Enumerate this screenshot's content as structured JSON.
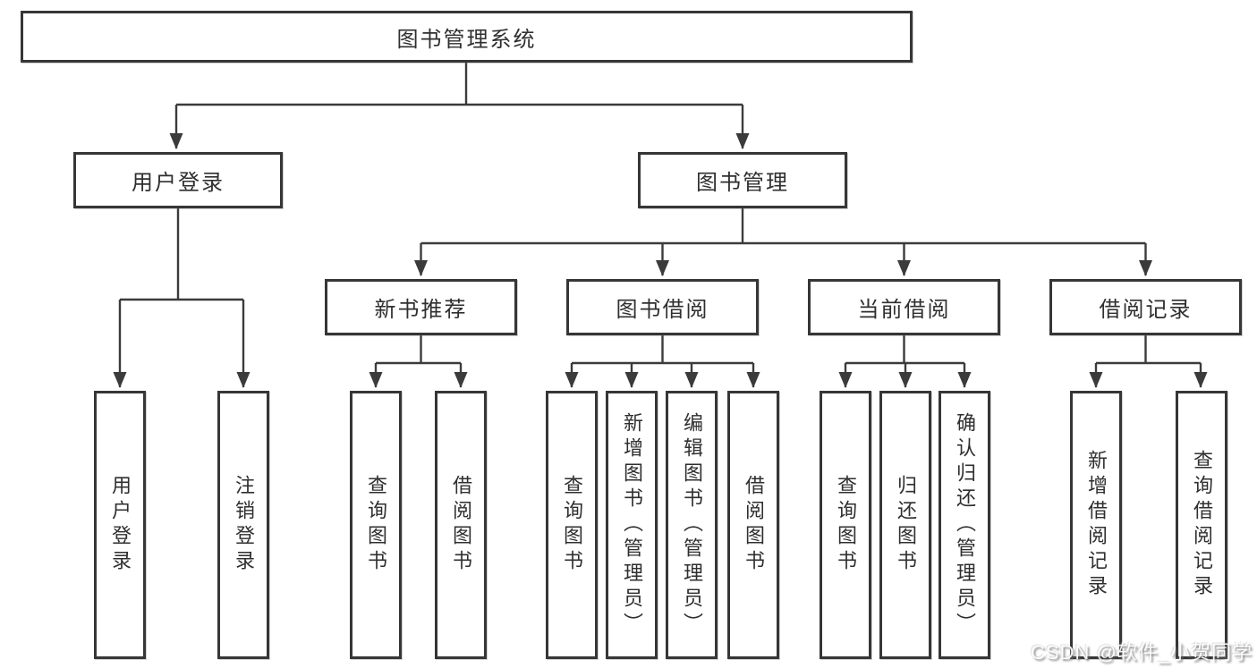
{
  "root": {
    "label": "图书管理系统"
  },
  "user_branch": {
    "label": "用户登录",
    "leaves": [
      "用户登录",
      "注销登录"
    ]
  },
  "mgmt_branch": {
    "label": "图书管理"
  },
  "modules": [
    {
      "label": "新书推荐",
      "leaves": [
        "查询图书",
        "借阅图书"
      ]
    },
    {
      "label": "图书借阅",
      "leaves": [
        "查询图书",
        "新增图书（管理员）",
        "编辑图书（管理员）",
        "借阅图书"
      ]
    },
    {
      "label": "当前借阅",
      "leaves": [
        "查询图书",
        "归还图书",
        "确认归还（管理员）"
      ]
    },
    {
      "label": "借阅记录",
      "leaves": [
        "新增借阅记录",
        "查询借阅记录"
      ]
    }
  ],
  "watermark": "CSDN @软件_小贺同学",
  "colors": {
    "background": "#ffffff",
    "box_border": "#363636",
    "connector_line": "#3b3b3b",
    "text": "#2f2f2f"
  }
}
